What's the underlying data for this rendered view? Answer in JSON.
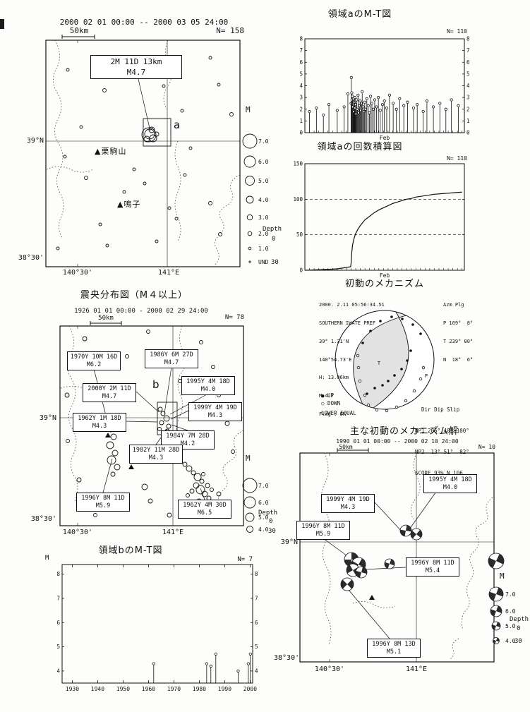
{
  "icons": {
    "volcano": "▲"
  },
  "panels": {
    "map_recent": {
      "period": "2000 02 01 00:00 -- 2000 03 05 24:00",
      "scale": "50km",
      "count": "N= 158",
      "event_box": {
        "line1": "2M 11D 13km",
        "line2": "M4.7"
      },
      "region_letter": "a",
      "volcanoes": [
        {
          "name": "栗駒山"
        },
        {
          "name": "鳴子"
        }
      ],
      "axis": {
        "lat1": "39°N",
        "lat2": "38°30'",
        "lon1": "140°30'",
        "lon2": "141°E"
      },
      "legend": {
        "m": "M",
        "depth": "Depth",
        "d0": "0",
        "d30": "30",
        "entries": [
          {
            "label": "7.0",
            "r": 10
          },
          {
            "label": "6.0",
            "r": 8
          },
          {
            "label": "5.0",
            "r": 6.5
          },
          {
            "label": "4.0",
            "r": 5
          },
          {
            "label": "3.0",
            "r": 3.8
          },
          {
            "label": "2.0",
            "r": 2.8
          },
          {
            "label": "1.0",
            "r": 1.8
          },
          {
            "label": "UND",
            "r": 1.1
          }
        ]
      },
      "cluster": [
        [
          212,
          190,
          7
        ],
        [
          217,
          196,
          5
        ],
        [
          208,
          197,
          4
        ],
        [
          215,
          184,
          4
        ],
        [
          222,
          190,
          3
        ],
        [
          211,
          191,
          10
        ]
      ],
      "epicenters": [
        [
          96,
          99,
          2
        ],
        [
          148,
          128,
          2.5
        ],
        [
          232,
          122,
          2
        ],
        [
          258,
          157,
          2
        ],
        [
          328,
          162,
          2.5
        ],
        [
          92,
          222,
          2
        ],
        [
          122,
          252,
          2.5
        ],
        [
          176,
          272,
          2
        ],
        [
          262,
          248,
          2
        ],
        [
          298,
          288,
          2.5
        ],
        [
          142,
          318,
          2
        ],
        [
          222,
          342,
          2
        ],
        [
          82,
          352,
          2
        ],
        [
          312,
          332,
          2.5
        ],
        [
          190,
          240,
          2
        ],
        [
          270,
          210,
          2
        ],
        [
          310,
          120,
          2
        ],
        [
          152,
          348,
          2
        ],
        [
          250,
          310,
          2
        ],
        [
          115,
          180,
          2
        ],
        [
          298,
          82,
          2
        ],
        [
          160,
          92,
          2
        ],
        [
          205,
          260,
          2
        ],
        [
          240,
          295,
          2
        ]
      ]
    },
    "map_history": {
      "title": "震央分布図（M４以上）",
      "period": "1926 01 01 00:00 - 2000 02 29 24:00",
      "scale": "50km",
      "count": "N= 78",
      "region_letter": "b",
      "labels": [
        {
          "date": "1970Y 10M 16D",
          "mag": "M6.2"
        },
        {
          "date": "1986Y 6M 27D",
          "mag": "M4.7"
        },
        {
          "date": "2000Y 2M 11D",
          "mag": "M4.7"
        },
        {
          "date": "1995Y 4M 18D",
          "mag": "M4.0"
        },
        {
          "date": "1999Y 4M 19D",
          "mag": "M4.3"
        },
        {
          "date": "1962Y 1M 18D",
          "mag": "M4.3"
        },
        {
          "date": "1984Y 7M 28D",
          "mag": "M4.2"
        },
        {
          "date": "1982Y 11M 28D",
          "mag": "M4.3"
        },
        {
          "date": "1996Y 8M 11D",
          "mag": "M5.9"
        },
        {
          "date": "1962Y 4M 30D",
          "mag": "M6.5"
        }
      ],
      "axis": {
        "lat1": "39°N",
        "lat2": "38°30'",
        "lon1": "140°30'",
        "lon2": "141°E"
      },
      "legend": {
        "m": "M",
        "depth": "Depth",
        "d0": "0",
        "d30": "30",
        "entries": [
          {
            "label": "7.0",
            "r": 10
          },
          {
            "label": "6.0",
            "r": 8
          },
          {
            "label": "5.0",
            "r": 6
          },
          {
            "label": "4.0",
            "r": 4.5
          }
        ]
      },
      "epicenters": [
        [
          227,
          180,
          3
        ],
        [
          231,
          186,
          3
        ],
        [
          236,
          193,
          4
        ],
        [
          229,
          199,
          3
        ],
        [
          239,
          204,
          3
        ],
        [
          226,
          208,
          2.5
        ],
        [
          237,
          211,
          3
        ],
        [
          233,
          216,
          2.5
        ],
        [
          152,
          196,
          3
        ],
        [
          157,
          208,
          4
        ],
        [
          161,
          219,
          4
        ],
        [
          156,
          231,
          5
        ],
        [
          163,
          242,
          4
        ],
        [
          158,
          252,
          6
        ],
        [
          166,
          262,
          4
        ],
        [
          160,
          272,
          3
        ],
        [
          262,
          258,
          3
        ],
        [
          268,
          264,
          4
        ],
        [
          274,
          270,
          3
        ],
        [
          280,
          276,
          5
        ],
        [
          286,
          282,
          3
        ],
        [
          278,
          288,
          4
        ],
        [
          284,
          294,
          6
        ],
        [
          290,
          300,
          4
        ],
        [
          272,
          296,
          3
        ],
        [
          294,
          288,
          3
        ],
        [
          288,
          272,
          2.5
        ],
        [
          296,
          306,
          3
        ],
        [
          282,
          310,
          3
        ],
        [
          266,
          302,
          2.5
        ],
        [
          300,
          294,
          2.5
        ],
        [
          292,
          316,
          2.5
        ],
        [
          120,
          80,
          3
        ],
        [
          210,
          70,
          2.5
        ],
        [
          262,
          100,
          3
        ],
        [
          302,
          120,
          2.5
        ],
        [
          95,
          160,
          3
        ],
        [
          322,
          200,
          3
        ],
        [
          330,
          240,
          2.5
        ],
        [
          112,
          280,
          3
        ],
        [
          205,
          290,
          4
        ],
        [
          213,
          310,
          3
        ],
        [
          310,
          300,
          3
        ],
        [
          135,
          330,
          2.5
        ],
        [
          240,
          330,
          3
        ],
        [
          96,
          225,
          2.5
        ],
        [
          180,
          105,
          2.5
        ],
        [
          285,
          85,
          2.5
        ],
        [
          310,
          160,
          2.5
        ],
        [
          255,
          140,
          2.5
        ]
      ]
    },
    "mechanism": {
      "title": "初動のメカニズム",
      "info": [
        "2000. 2.11 05:56:34.51",
        "SOUTHERN IWATE PREF",
        "39° 1.31'N",
        "140°54.73'E",
        "H: 13.06km",
        "M:4.7",
        "Flag : OK"
      ],
      "axes": [
        "Azm Plg",
        "P 109°  8°",
        "T 239° 80°",
        "N  18°  6°"
      ],
      "legend_up": "● UP",
      "legend_down": "○ DOWN",
      "net": "LOWER EQUAL",
      "planes": [
        "  Dir Dip Slip",
        "NP1 206° 40° 100°",
        "NP2  13° 51°  82°",
        "SCORE 93% N 106"
      ],
      "p_label": "P",
      "t_label": "T",
      "stations_up": [
        [
          120,
          168
        ],
        [
          114,
          96
        ],
        [
          125,
          79
        ],
        [
          139,
          65
        ],
        [
          155,
          59
        ],
        [
          170,
          62
        ],
        [
          185,
          70
        ],
        [
          196,
          83
        ],
        [
          150,
          150
        ],
        [
          159,
          142
        ],
        [
          169,
          133
        ],
        [
          177,
          121
        ],
        [
          182,
          107
        ],
        [
          131,
          160
        ],
        [
          142,
          156
        ]
      ],
      "stations_down": [
        [
          110,
          150
        ],
        [
          108,
          131
        ],
        [
          107,
          114
        ],
        [
          122,
          184
        ],
        [
          134,
          191
        ],
        [
          148,
          192
        ],
        [
          162,
          187
        ],
        [
          175,
          178
        ],
        [
          187,
          164
        ],
        [
          196,
          147
        ],
        [
          200,
          131
        ],
        [
          117,
          170
        ]
      ]
    },
    "map_mech": {
      "title": "主な初動のメカニズム解",
      "period": "1990 01 01 00:00 -- 2000 02 10 24:00",
      "scale": "50km",
      "count": "N= 10",
      "labels": [
        {
          "date": "1995Y 4M 18D",
          "mag": "M4.0"
        },
        {
          "date": "1999Y 4M 19D",
          "mag": "M4.3"
        },
        {
          "date": "1996Y 8M 11D",
          "mag": "M5.9"
        },
        {
          "date": "1996Y 8M 11D",
          "mag": "M5.4"
        },
        {
          "date": "1996Y 8M 13D",
          "mag": "M5.1"
        }
      ],
      "axis": {
        "lat1": "39°N",
        "lat2": "38°30'",
        "lon1": "140°30'",
        "lon2": "141°E"
      },
      "legend": {
        "m": "M",
        "depth": "Depth",
        "d0": "0",
        "d30": "30",
        "entries": [
          {
            "label": "7.0",
            "r": 10
          },
          {
            "label": "6.0",
            "r": 8
          },
          {
            "label": "5.0",
            "r": 6
          },
          {
            "label": "4.0",
            "r": 4.5
          }
        ]
      },
      "balls": [
        [
          175,
          147,
          8,
          10
        ],
        [
          190,
          152,
          8,
          40
        ],
        [
          98,
          188,
          10,
          0
        ],
        [
          108,
          195,
          10,
          30
        ],
        [
          100,
          203,
          9,
          60
        ],
        [
          112,
          206,
          8,
          15
        ],
        [
          92,
          223,
          9,
          45
        ],
        [
          152,
          194,
          7,
          20
        ],
        [
          303,
          190,
          11,
          25
        ]
      ]
    }
  },
  "chart_data": [
    {
      "id": "mt_a",
      "type": "stem",
      "title": "領域aのM-T図",
      "count": "N= 110",
      "xlabel": "Feb",
      "x_range": [
        1,
        35.5
      ],
      "y_range": [
        0,
        8
      ],
      "y_ticks": [
        0,
        1,
        2,
        3,
        4,
        5,
        6,
        7,
        8
      ],
      "minor_step": 1,
      "right_labels": true,
      "events": [
        [
          2,
          1.8
        ],
        [
          3.5,
          2.1
        ],
        [
          5,
          1.5
        ],
        [
          6.2,
          2.4
        ],
        [
          8,
          1.9
        ],
        [
          9.5,
          2.2
        ],
        [
          10.3,
          3.3
        ],
        [
          11.0,
          2.5
        ],
        [
          11.05,
          4.7
        ],
        [
          11.15,
          3.4
        ],
        [
          11.2,
          2.8
        ],
        [
          11.3,
          3.1
        ],
        [
          11.4,
          2.2
        ],
        [
          11.5,
          2.9
        ],
        [
          11.6,
          1.8
        ],
        [
          11.7,
          2.6
        ],
        [
          11.8,
          3.0
        ],
        [
          11.9,
          2.1
        ],
        [
          12.0,
          2.4
        ],
        [
          12.1,
          1.6
        ],
        [
          12.2,
          2.8
        ],
        [
          12.35,
          2.0
        ],
        [
          12.5,
          3.2
        ],
        [
          12.65,
          1.7
        ],
        [
          12.8,
          2.3
        ],
        [
          12.95,
          2.7
        ],
        [
          13.1,
          1.9
        ],
        [
          13.25,
          2.5
        ],
        [
          13.4,
          3.5
        ],
        [
          13.6,
          2.2
        ],
        [
          13.8,
          1.8
        ],
        [
          13.95,
          2.6
        ],
        [
          14.15,
          2.0
        ],
        [
          14.4,
          2.9
        ],
        [
          14.7,
          2.3
        ],
        [
          14.95,
          1.7
        ],
        [
          15.2,
          3.1
        ],
        [
          15.5,
          2.5
        ],
        [
          15.8,
          2.0
        ],
        [
          16.1,
          2.8
        ],
        [
          16.5,
          2.2
        ],
        [
          16.9,
          3.0
        ],
        [
          17.3,
          1.9
        ],
        [
          17.8,
          2.4
        ],
        [
          18.2,
          2.7
        ],
        [
          18.7,
          2.1
        ],
        [
          19.3,
          3.2
        ],
        [
          20.1,
          2.5
        ],
        [
          20.8,
          2.0
        ],
        [
          21.5,
          2.9
        ],
        [
          22.4,
          2.3
        ],
        [
          23.2,
          2.6
        ],
        [
          24.5,
          2.1
        ],
        [
          25.3,
          2.4
        ],
        [
          26.6,
          1.8
        ],
        [
          27.4,
          2.7
        ],
        [
          28.8,
          2.2
        ],
        [
          30.2,
          2.5
        ],
        [
          31.5,
          2.0
        ],
        [
          32.7,
          2.8
        ],
        [
          34.2,
          2.3
        ]
      ]
    },
    {
      "id": "cum_a",
      "type": "line",
      "title": "領域aの回数積算図",
      "count": "N= 110",
      "xlabel": "Feb",
      "x_range": [
        1,
        35.5
      ],
      "y_range": [
        0,
        150
      ],
      "y_ticks": [
        0,
        50,
        100,
        150
      ],
      "gridlines": [
        50,
        100
      ],
      "minor_step": 1,
      "right_labels": false,
      "points": [
        [
          1,
          0
        ],
        [
          5,
          1
        ],
        [
          8,
          2
        ],
        [
          10,
          4
        ],
        [
          10.9,
          5
        ],
        [
          11.0,
          10
        ],
        [
          11.1,
          22
        ],
        [
          11.3,
          35
        ],
        [
          11.6,
          44
        ],
        [
          12,
          52
        ],
        [
          12.5,
          58
        ],
        [
          13,
          63
        ],
        [
          13.5,
          67
        ],
        [
          14,
          71
        ],
        [
          15,
          76
        ],
        [
          16,
          81
        ],
        [
          17,
          85
        ],
        [
          18,
          88
        ],
        [
          19,
          91
        ],
        [
          20,
          94
        ],
        [
          21,
          96
        ],
        [
          22,
          98
        ],
        [
          23,
          100
        ],
        [
          24,
          101
        ],
        [
          25,
          103
        ],
        [
          27,
          105
        ],
        [
          29,
          107
        ],
        [
          31,
          108
        ],
        [
          33,
          109
        ],
        [
          35,
          110
        ]
      ]
    },
    {
      "id": "mt_b",
      "type": "stem",
      "title": "領域bのM-T図",
      "count": "N= 7",
      "ylabel": "M",
      "x_range": [
        1926,
        2001
      ],
      "y_range": [
        3.5,
        8.4
      ],
      "y_ticks": [
        4,
        5,
        6,
        7,
        8
      ],
      "x_ticks": [
        1930,
        1940,
        1950,
        1960,
        1970,
        1980,
        1990,
        2000
      ],
      "right_labels": true,
      "events": [
        [
          1962.05,
          4.3
        ],
        [
          1982.9,
          4.3
        ],
        [
          1984.55,
          4.2
        ],
        [
          1986.5,
          4.7
        ],
        [
          1995.3,
          4.0
        ],
        [
          1999.3,
          4.3
        ],
        [
          2000.1,
          4.7
        ]
      ]
    }
  ]
}
